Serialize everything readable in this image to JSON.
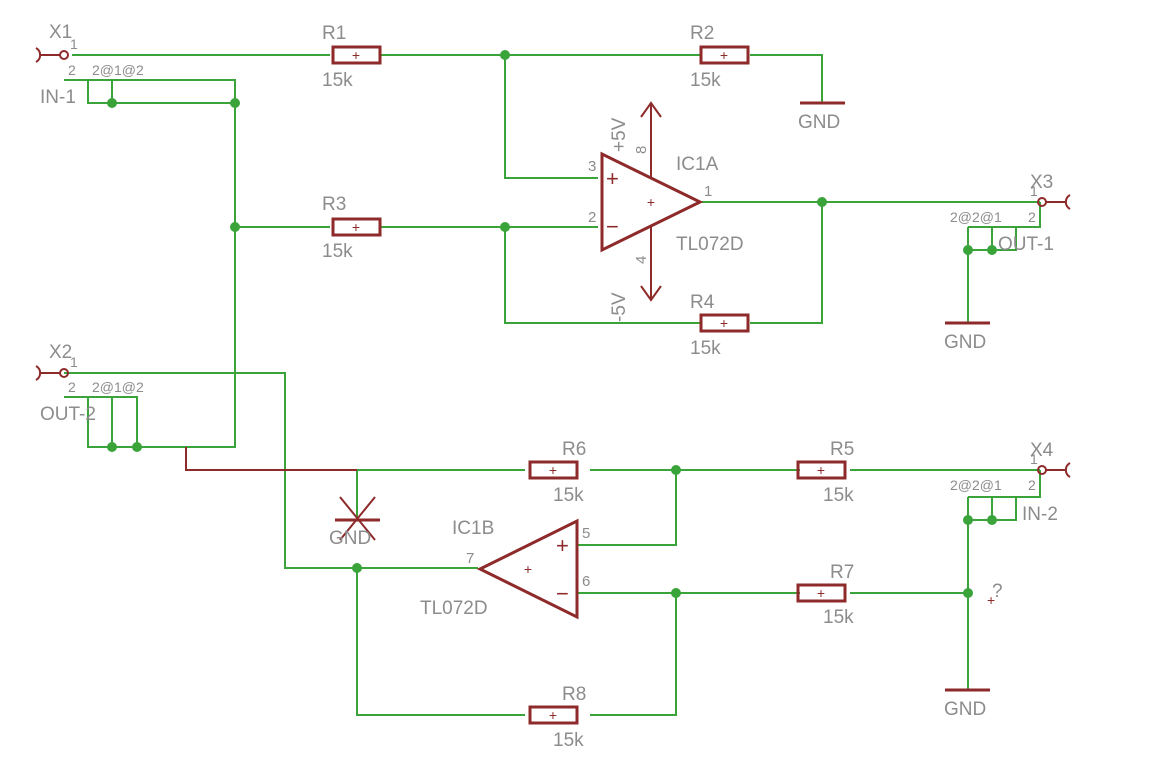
{
  "connectors": {
    "x1": {
      "name": "X1",
      "label": "IN-1",
      "pin1": "1",
      "pin2": "2",
      "pins": "2@1@2"
    },
    "x2": {
      "name": "X2",
      "label": "OUT-2",
      "pin1": "1",
      "pin2": "2",
      "pins": "2@1@2"
    },
    "x3": {
      "name": "X3",
      "label": "OUT-1",
      "pin1": "1",
      "pin2": "2",
      "pins": "2@2@1"
    },
    "x4": {
      "name": "X4",
      "label": "IN-2",
      "pin1": "1",
      "pin2": "2",
      "pins": "2@2@1"
    }
  },
  "resistors": {
    "r1": {
      "name": "R1",
      "value": "15k"
    },
    "r2": {
      "name": "R2",
      "value": "15k"
    },
    "r3": {
      "name": "R3",
      "value": "15k"
    },
    "r4": {
      "name": "R4",
      "value": "15k"
    },
    "r5": {
      "name": "R5",
      "value": "15k"
    },
    "r6": {
      "name": "R6",
      "value": "15k"
    },
    "r7": {
      "name": "R7",
      "value": "15k"
    },
    "r8": {
      "name": "R8",
      "value": "15k"
    }
  },
  "opamps": {
    "ic1a": {
      "name": "IC1A",
      "part": "TL072D",
      "pin_plus": "3",
      "pin_minus": "2",
      "pin_out": "1",
      "pin_vplus": "8",
      "pin_vminus": "4",
      "vplus": "+5V",
      "vminus": "-5V"
    },
    "ic1b": {
      "name": "IC1B",
      "part": "TL072D",
      "pin_plus": "5",
      "pin_minus": "6",
      "pin_out": "7"
    }
  },
  "grounds": {
    "label": "GND"
  },
  "unknown_marker": "?",
  "symbols": {
    "plus": "+",
    "minus": "−"
  },
  "colors": {
    "wire": "#3aa43a",
    "part": "#8e2a2a",
    "text": "#8c8c8c",
    "background": "#ffffff"
  }
}
